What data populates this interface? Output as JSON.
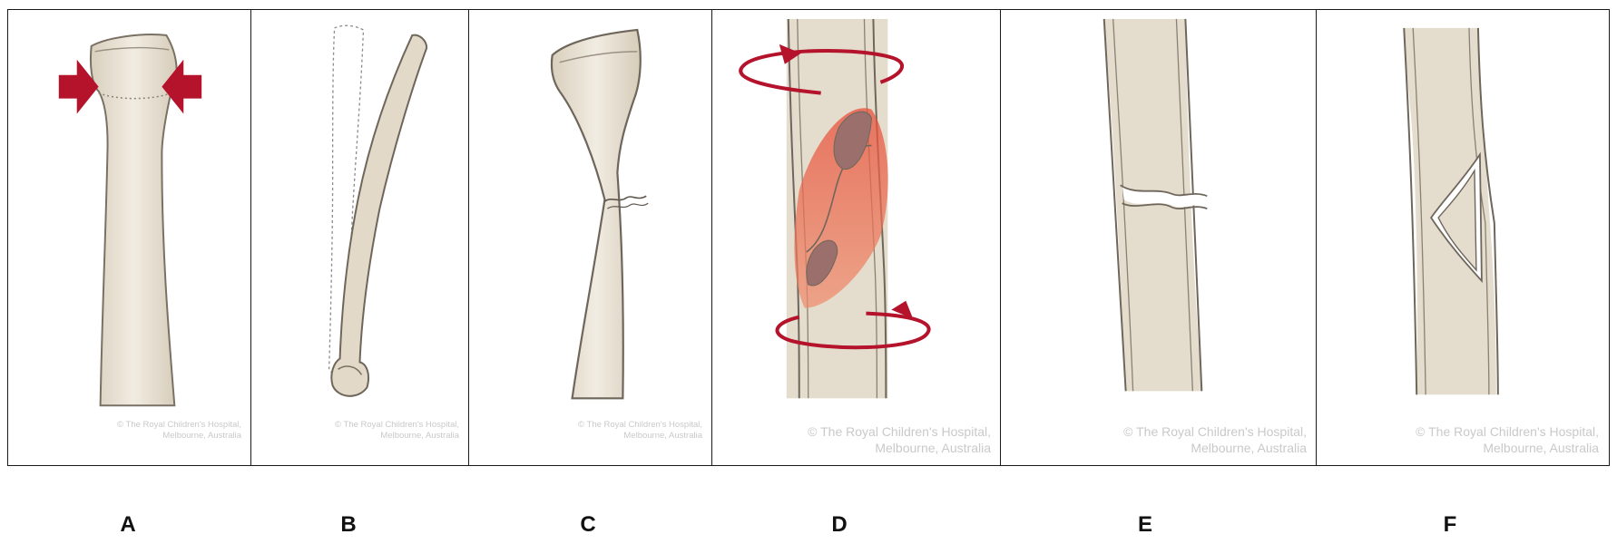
{
  "panels": [
    {
      "id": "A",
      "label": "A"
    },
    {
      "id": "B",
      "label": "B"
    },
    {
      "id": "C",
      "label": "C"
    },
    {
      "id": "D",
      "label": "D"
    },
    {
      "id": "E",
      "label": "E"
    },
    {
      "id": "F",
      "label": "F"
    }
  ],
  "credit": {
    "line1": "© The Royal Children's Hospital,",
    "line2": "Melbourne, Australia"
  },
  "colors": {
    "bone": "#e4dccd",
    "bone_outline": "#6e665b",
    "arrow_red": "#b5122b",
    "fracture_red": "#e8503a",
    "fracture_fragment": "#9a6f6c"
  }
}
